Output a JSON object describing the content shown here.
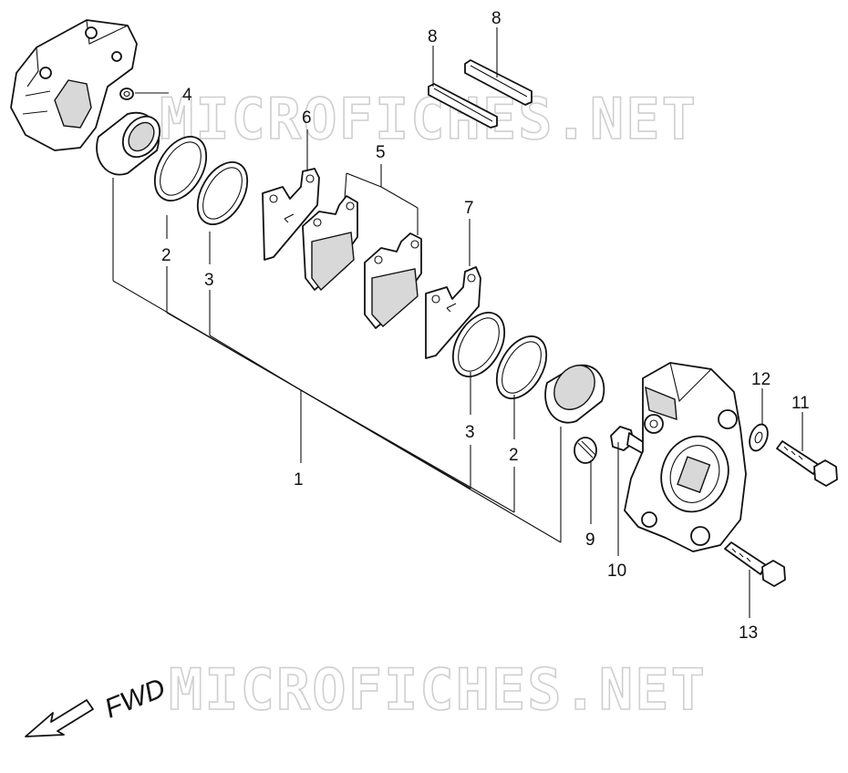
{
  "watermark": "MICROFICHES.NET",
  "direction_label": "FWD",
  "callouts": {
    "c1": "1",
    "c2a": "2",
    "c2b": "2",
    "c3a": "3",
    "c3b": "3",
    "c4": "4",
    "c5": "5",
    "c6": "6",
    "c7": "7",
    "c8a": "8",
    "c8b": "8",
    "c9": "9",
    "c10": "10",
    "c11": "11",
    "c12": "12",
    "c13": "13"
  }
}
